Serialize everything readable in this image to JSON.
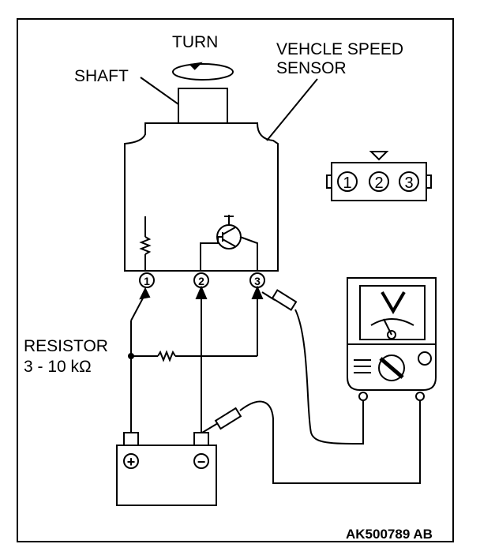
{
  "labels": {
    "turn": "TURN",
    "shaft": "SHAFT",
    "sensor_line1": "VEHCLE SPEED",
    "sensor_line2": "SENSOR",
    "resistor_line1": "RESISTOR",
    "resistor_line2": "3 - 10 kΩ",
    "figure_code": "AK500789 AB"
  },
  "connector_pins": [
    "1",
    "2",
    "3"
  ],
  "sensor_terminals": [
    "1",
    "2",
    "3"
  ],
  "battery": {
    "positive": "+",
    "negative": "−"
  },
  "meter_dial_mark": "V"
}
